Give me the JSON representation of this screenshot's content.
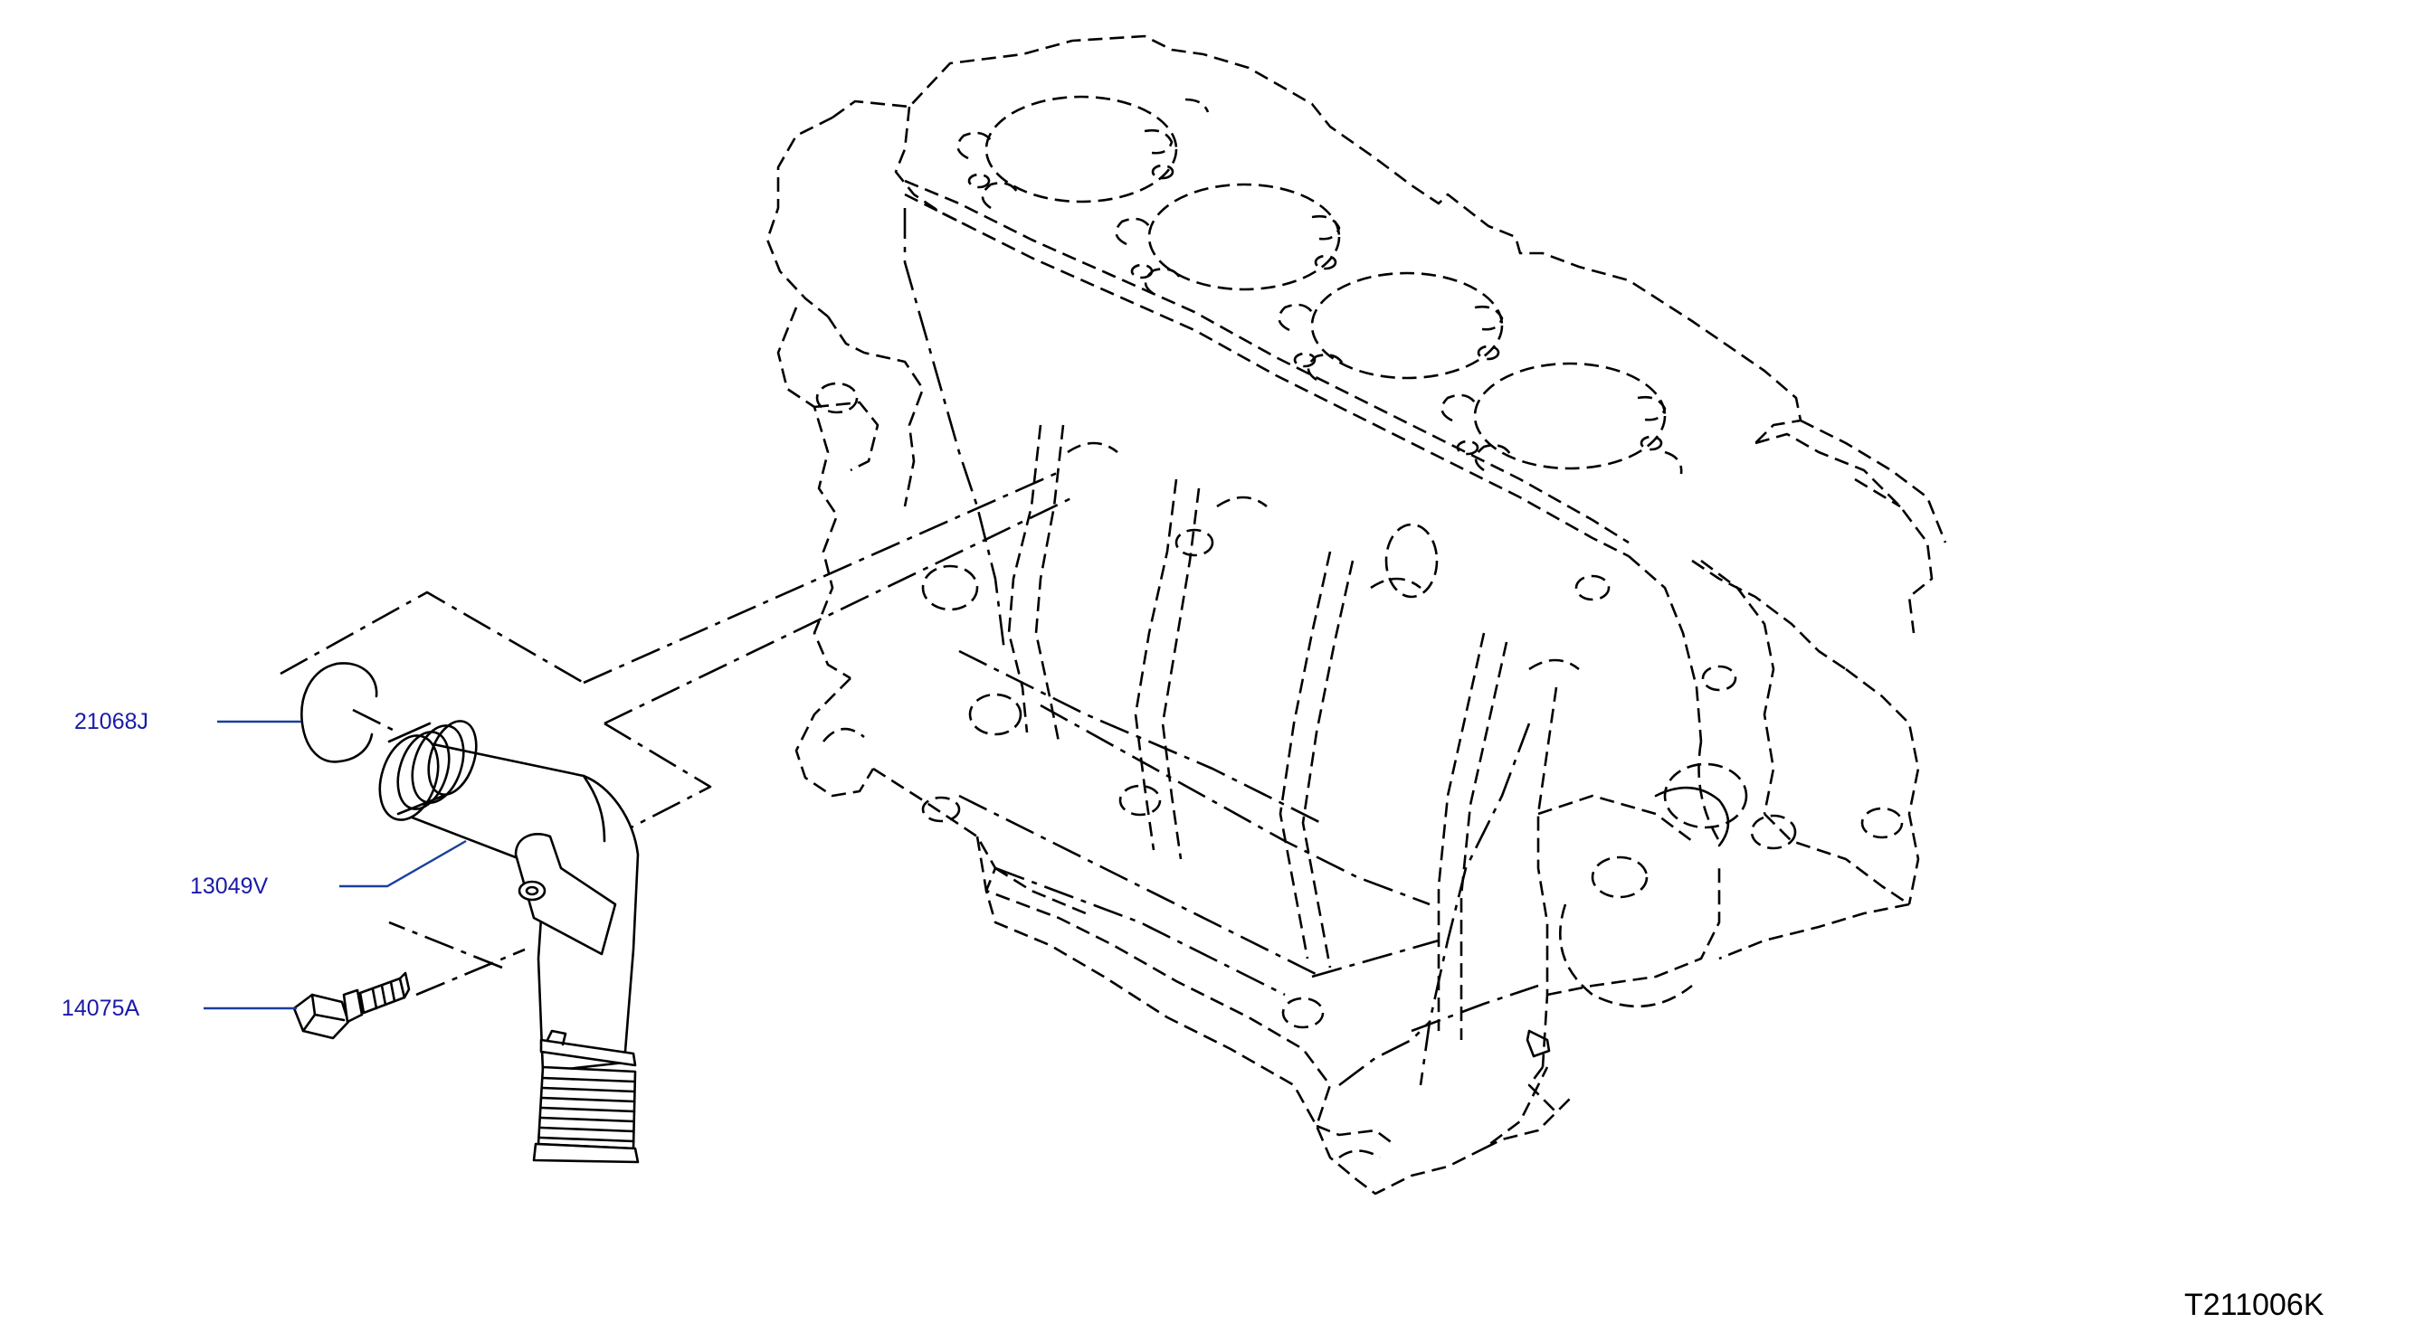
{
  "callouts": [
    {
      "id": "gasket",
      "label": "21068J"
    },
    {
      "id": "pipe",
      "label": "13049V"
    },
    {
      "id": "bolt",
      "label": "14075A"
    }
  ],
  "figure_code": "T211006K",
  "colors": {
    "callout_text": "#1a1aa8",
    "leader_line": "#1a3f9e",
    "line_art": "#000000"
  }
}
